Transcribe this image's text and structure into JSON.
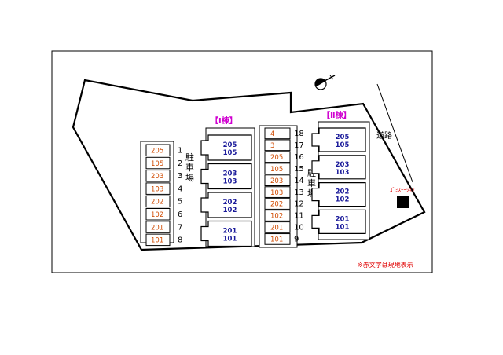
{
  "building1_label": "【Ⅰ棟】",
  "building2_label": "【Ⅱ棟】",
  "road_label": "道路",
  "garbage_label": "ｺﾞﾐｽﾃｰｼｮﾝ",
  "footnote": "※赤文字は現地表示",
  "parking_label": [
    "駐",
    "車",
    "場"
  ],
  "lot_left": {
    "stalls": [
      "205",
      "105",
      "203",
      "103",
      "202",
      "102",
      "201",
      "101"
    ],
    "numbers": [
      "1",
      "2",
      "3",
      "4",
      "5",
      "6",
      "7",
      "8"
    ]
  },
  "lot_right": {
    "stalls": [
      "4",
      "3",
      "205",
      "105",
      "203",
      "103",
      "202",
      "102",
      "201",
      "101"
    ],
    "numbers": [
      "18",
      "17",
      "16",
      "15",
      "14",
      "13",
      "12",
      "11",
      "10",
      "9"
    ]
  },
  "building1_units": [
    {
      "upper": "205",
      "lower": "105"
    },
    {
      "upper": "203",
      "lower": "103"
    },
    {
      "upper": "202",
      "lower": "102"
    },
    {
      "upper": "201",
      "lower": "101"
    }
  ],
  "building2_units": [
    {
      "upper": "205",
      "lower": "105"
    },
    {
      "upper": "203",
      "lower": "103"
    },
    {
      "upper": "202",
      "lower": "102"
    },
    {
      "upper": "201",
      "lower": "101"
    }
  ],
  "colors": {
    "stall_text": "#d04a00",
    "unit_text": "#1a1a9a",
    "heading": "#d000d0",
    "garbage_text": "#e00000",
    "line": "#000000"
  }
}
